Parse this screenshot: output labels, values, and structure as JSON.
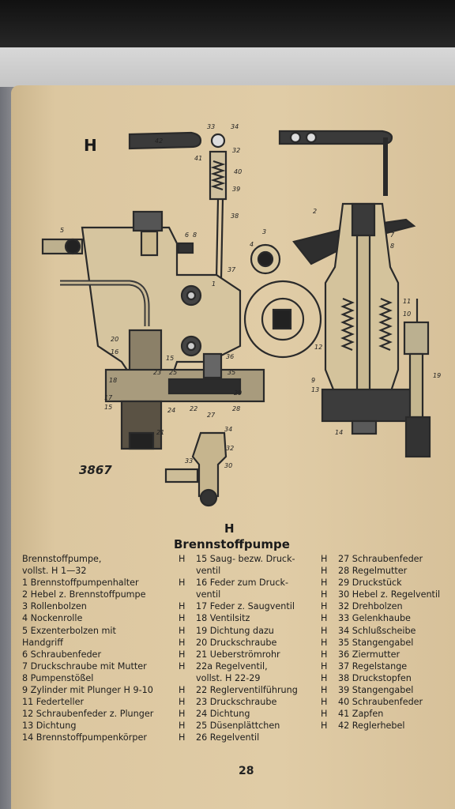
{
  "plate_letter": "H",
  "figure_number": "3867",
  "caption": {
    "letter": "H",
    "title": "Brennstoffpumpe"
  },
  "figure_labels": [
    "42",
    "33",
    "34",
    "41",
    "32",
    "40",
    "39",
    "38",
    "37",
    "5",
    "6",
    "8",
    "20",
    "16",
    "15",
    "23",
    "25",
    "18",
    "17",
    "15",
    "24",
    "21",
    "22",
    "27",
    "29",
    "28",
    "35",
    "36",
    "34",
    "32",
    "33",
    "30",
    "1",
    "2",
    "3",
    "4",
    "7",
    "8",
    "11",
    "10",
    "12",
    "9",
    "13",
    "14",
    "19"
  ],
  "parts": {
    "col1": [
      {
        "code": "H",
        "desc": "Brennstoffpumpe,"
      },
      {
        "code": "",
        "desc": "vollst. H 1—32"
      },
      {
        "code": "H",
        "desc": "1 Brennstoffpumpenhalter"
      },
      {
        "code": "H",
        "desc": "2 Hebel z. Brennstoffpumpe"
      },
      {
        "code": "H",
        "desc": "3 Rollenbolzen"
      },
      {
        "code": "H",
        "desc": "4 Nockenrolle"
      },
      {
        "code": "H",
        "desc": "5 Exzenterbolzen mit"
      },
      {
        "code": "",
        "desc": "Handgriff"
      },
      {
        "code": "H",
        "desc": "6 Schraubenfeder"
      },
      {
        "code": "H",
        "desc": "7 Druckschraube mit Mutter"
      },
      {
        "code": "H",
        "desc": "8 Pumpenstößel"
      },
      {
        "code": "H",
        "desc": "9 Zylinder mit Plunger H 9-10"
      },
      {
        "code": "H",
        "desc": "11 Federteller"
      },
      {
        "code": "H",
        "desc": "12 Schraubenfeder z. Plunger"
      },
      {
        "code": "H",
        "desc": "13 Dichtung"
      },
      {
        "code": "H",
        "desc": "14 Brennstoffpumpenkörper"
      }
    ],
    "col2": [
      {
        "code": "H",
        "desc": "15 Saug- bezw. Druck-"
      },
      {
        "code": "",
        "desc": "ventil"
      },
      {
        "code": "H",
        "desc": "16 Feder zum Druck-"
      },
      {
        "code": "",
        "desc": "ventil"
      },
      {
        "code": "H",
        "desc": "17 Feder z. Saugventil"
      },
      {
        "code": "H",
        "desc": "18 Ventilsitz"
      },
      {
        "code": "H",
        "desc": "19 Dichtung dazu"
      },
      {
        "code": "H",
        "desc": "20 Druckschraube"
      },
      {
        "code": "H",
        "desc": "21 Ueberströmrohr"
      },
      {
        "code": "H",
        "desc": "22a Regelventil,"
      },
      {
        "code": "",
        "desc": "vollst. H 22-29"
      },
      {
        "code": "H",
        "desc": "22 Reglerventilführung"
      },
      {
        "code": "H",
        "desc": "23 Druckschraube"
      },
      {
        "code": "H",
        "desc": "24 Dichtung"
      },
      {
        "code": "H",
        "desc": "25 Düsenplättchen"
      },
      {
        "code": "H",
        "desc": "26 Regelventil"
      }
    ],
    "col3": [
      {
        "code": "H",
        "desc": "27 Schraubenfeder"
      },
      {
        "code": "H",
        "desc": "28 Regelmutter"
      },
      {
        "code": "H",
        "desc": "29 Druckstück"
      },
      {
        "code": "H",
        "desc": "30 Hebel z. Regelventil"
      },
      {
        "code": "H",
        "desc": "32 Drehbolzen"
      },
      {
        "code": "H",
        "desc": "33 Gelenkhaube"
      },
      {
        "code": "H",
        "desc": "34 Schlußscheibe"
      },
      {
        "code": "H",
        "desc": "35 Stangengabel"
      },
      {
        "code": "H",
        "desc": "36 Ziermutter"
      },
      {
        "code": "H",
        "desc": "37 Regelstange"
      },
      {
        "code": "H",
        "desc": "38 Druckstopfen"
      },
      {
        "code": "H",
        "desc": "39 Stangengabel"
      },
      {
        "code": "H",
        "desc": "40 Schraubenfeder"
      },
      {
        "code": "H",
        "desc": "41 Zapfen"
      },
      {
        "code": "H",
        "desc": "42 Reglerhebel"
      }
    ]
  },
  "page_number": "28"
}
